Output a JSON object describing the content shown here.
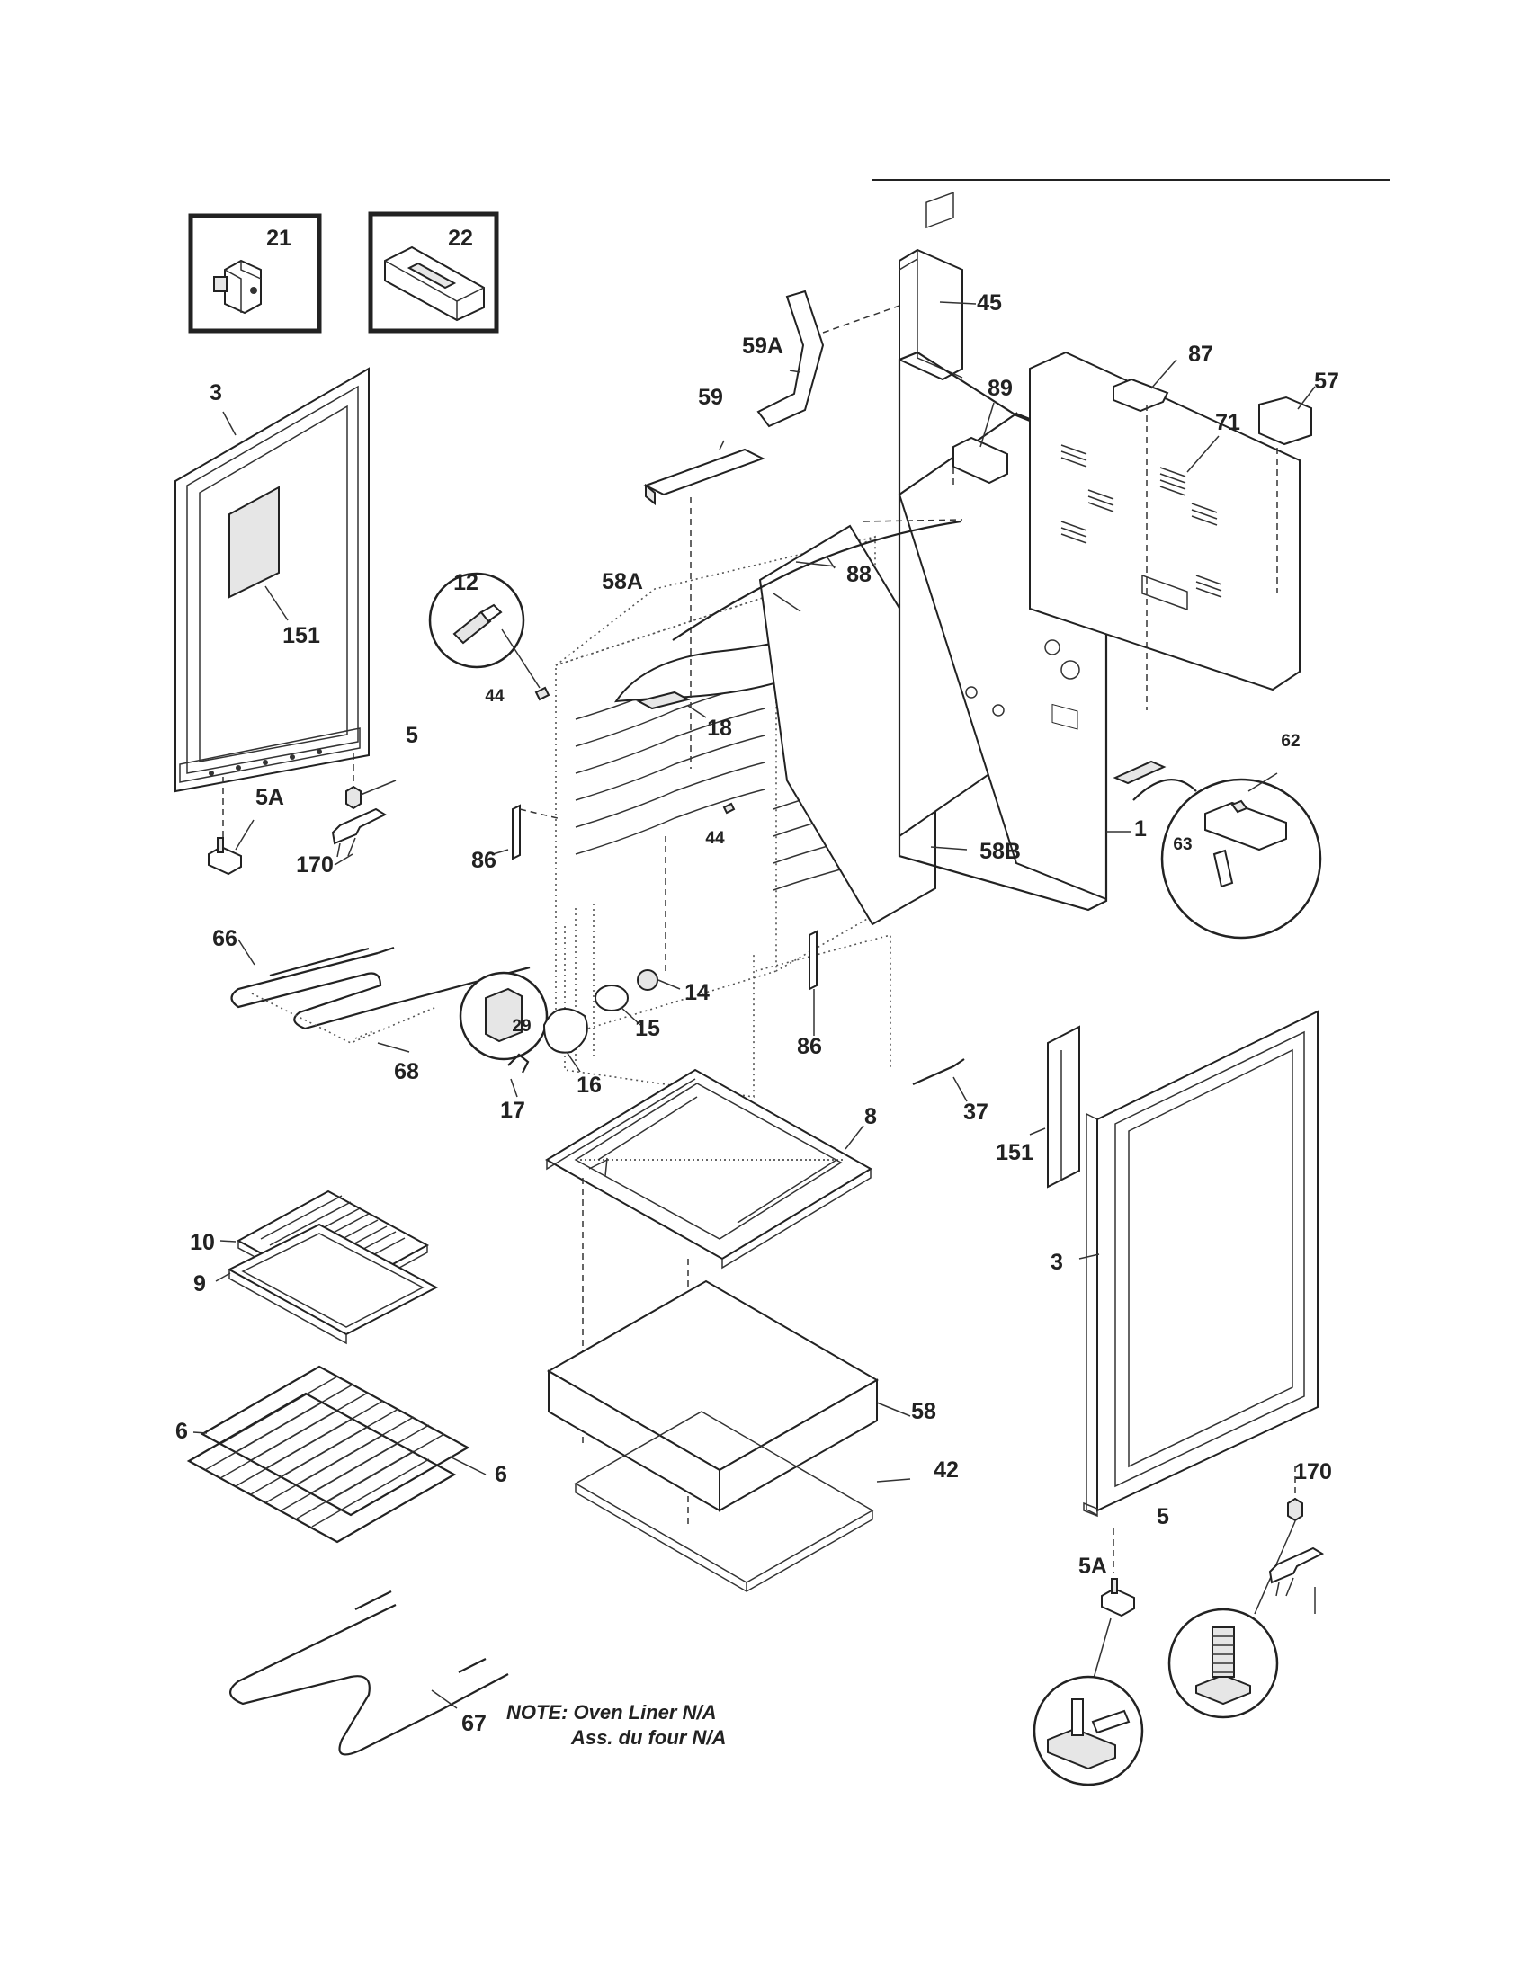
{
  "labels": {
    "l21": "21",
    "l22": "22",
    "l3a": "3",
    "l151a": "151",
    "l5a": "5",
    "l5Aa": "5A",
    "l170a": "170",
    "l12": "12",
    "l44a": "44",
    "l58A": "58A",
    "l18": "18",
    "l44b": "44",
    "l86a": "86",
    "l59A": "59A",
    "l59": "59",
    "l45": "45",
    "l88": "88",
    "l89": "89",
    "l87": "87",
    "l71": "71",
    "l57": "57",
    "l62": "62",
    "l1": "1",
    "l63": "63",
    "l58B": "58B",
    "l66": "66",
    "l68": "68",
    "l29": "29",
    "l14": "14",
    "l15": "15",
    "l16": "16",
    "l17": "17",
    "l86b": "86",
    "l37": "37",
    "l8": "8",
    "l151b": "151",
    "l3b": "3",
    "l10": "10",
    "l9": "9",
    "l6a": "6",
    "l6b": "6",
    "l58": "58",
    "l42": "42",
    "l170b": "170",
    "l5b": "5",
    "l5Ab": "5A",
    "l67": "67"
  },
  "note": {
    "line1": "NOTE: Oven Liner N/A",
    "line2": "Ass. du four N/A"
  }
}
